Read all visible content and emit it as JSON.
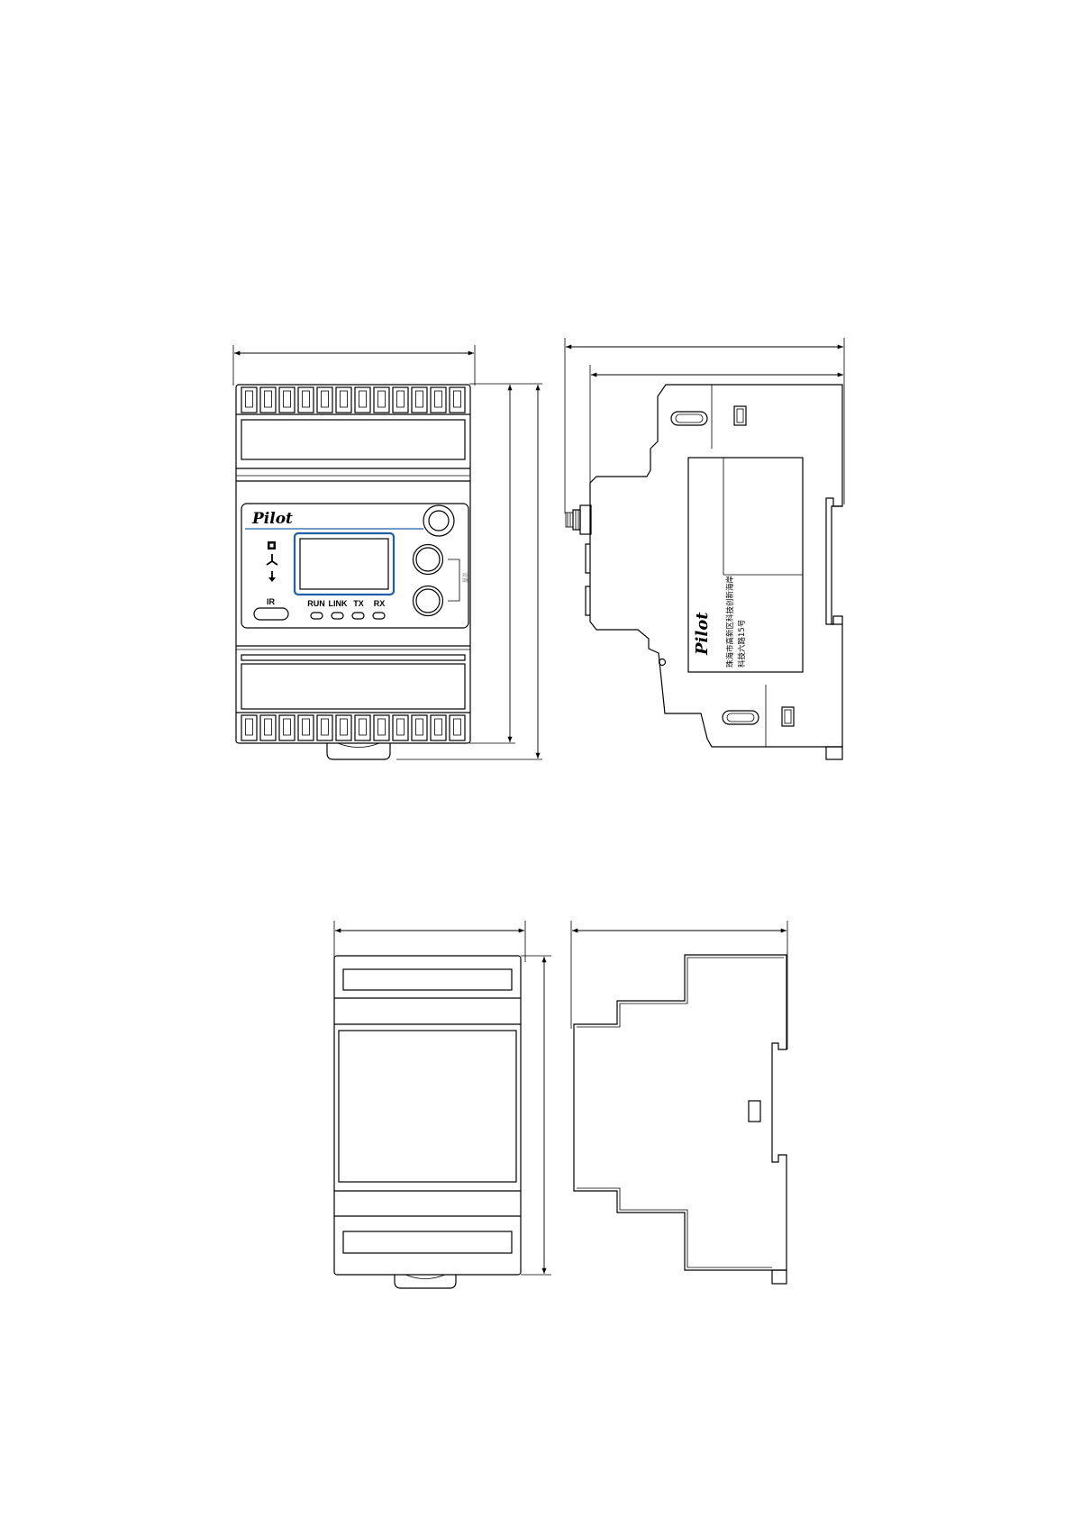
{
  "brand_text": "Pilot",
  "front_view": {
    "leds": [
      "RUN",
      "LINK",
      "TX",
      "RX"
    ],
    "ir_label": "IR",
    "button_group_label": "设置",
    "accent_color": "#1f5fa8"
  },
  "side_view": {
    "address_line1": "珠海市高新区科技创新海岸",
    "address_line2": "科技六路15号"
  }
}
